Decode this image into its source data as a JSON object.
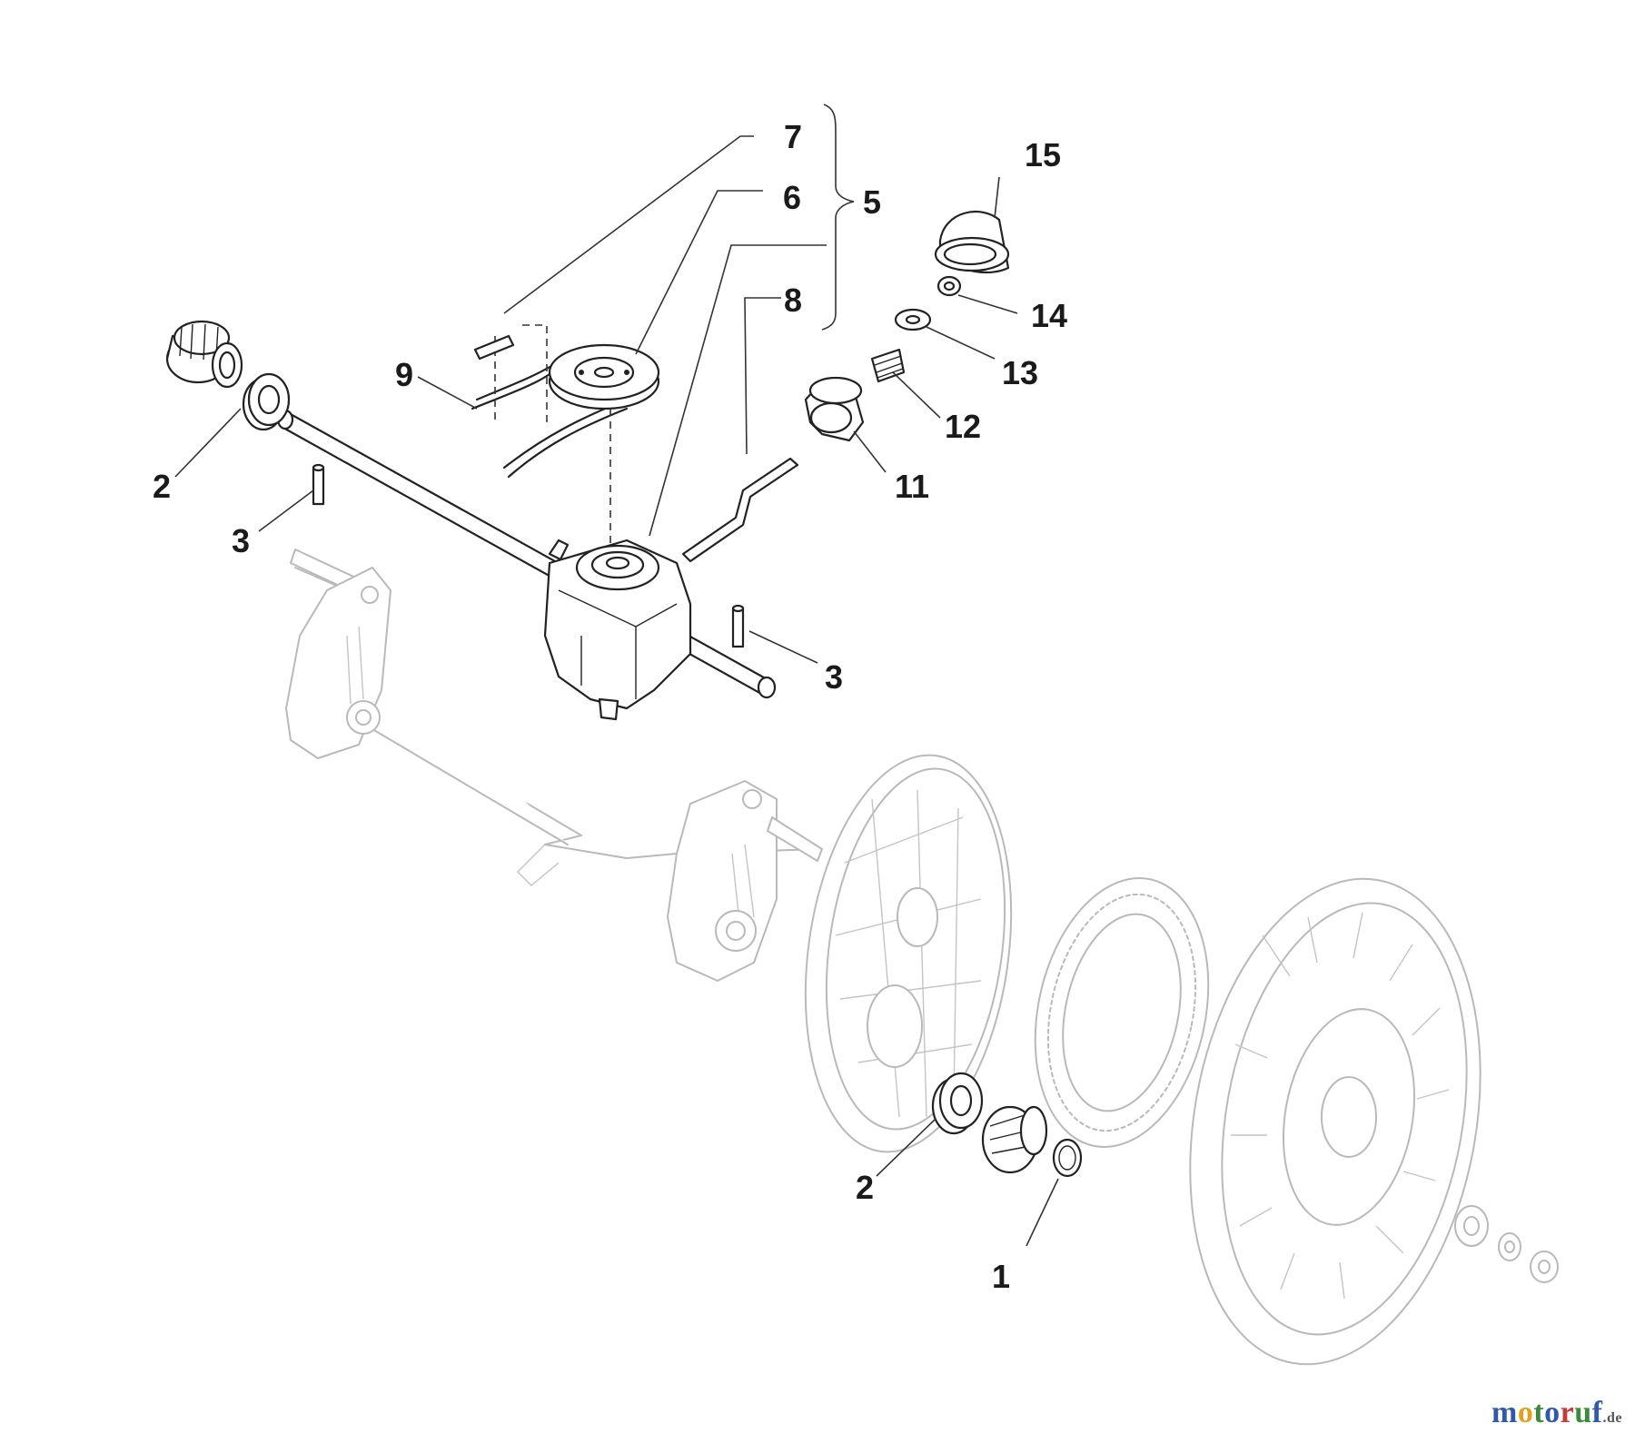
{
  "callouts": [
    "1",
    "2",
    "2",
    "3",
    "3",
    "5",
    "6",
    "7",
    "8",
    "9",
    "11",
    "12",
    "13",
    "14",
    "15"
  ],
  "watermark": {
    "chars": [
      "m",
      "o",
      "t",
      "o",
      "r",
      "u",
      "f"
    ],
    "suffix": ".de",
    "colors": [
      "#2f5aa8",
      "#e0a020",
      "#3d8a3d",
      "#2f5aa8",
      "#c23b3b",
      "#3d8a3d",
      "#2f5aa8"
    ]
  }
}
